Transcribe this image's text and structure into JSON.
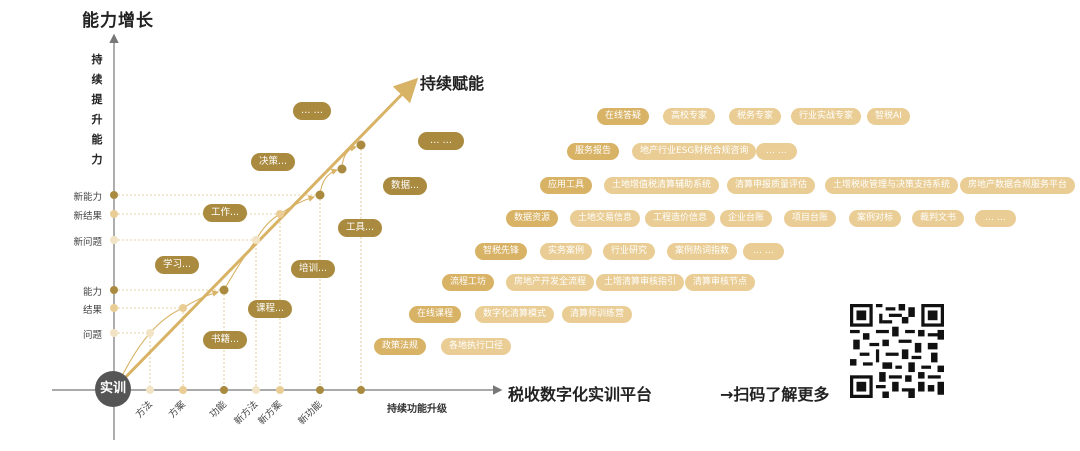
{
  "chart_data": {
    "type": "diagram",
    "title_y": "能力增长",
    "y_axis_label": "持续提升能力",
    "x_axis_label": "持续功能升级",
    "origin_label": "实训",
    "y_ticks": [
      "新能力",
      "新结果",
      "新问题",
      "能力",
      "结果",
      "问题"
    ],
    "x_ticks": [
      "方法",
      "方案",
      "功能",
      "新方法",
      "新方案",
      "新功能"
    ],
    "arrow_label": "持续赋能",
    "platform": "税收数字化实训平台",
    "stage_pills": [
      "……",
      "决策...",
      "工作...",
      "学习...",
      "书籍...",
      "课程...",
      "培训...",
      "工具...",
      "数据...",
      "……"
    ]
  },
  "header": {
    "title": "能力增长",
    "vertical_label": [
      "持",
      "续",
      "提",
      "升",
      "能",
      "力"
    ]
  },
  "axis": {
    "origin": "实训",
    "x_title": "持续功能升级",
    "y_ticks": [
      {
        "label": "新能力"
      },
      {
        "label": "新结果"
      },
      {
        "label": "新问题"
      },
      {
        "label": "能力"
      },
      {
        "label": "结果"
      },
      {
        "label": "问题"
      }
    ],
    "x_ticks": [
      {
        "label": "方法"
      },
      {
        "label": "方案"
      },
      {
        "label": "功能"
      },
      {
        "label": "新方法"
      },
      {
        "label": "新方案"
      },
      {
        "label": "新功能"
      }
    ]
  },
  "stages": {
    "more_top": "… …",
    "decision": "决策...",
    "work": "工作...",
    "study": "学习...",
    "books": "书籍...",
    "courses": "课程...",
    "training": "培训...",
    "tools": "工具...",
    "data": "数据...",
    "more_right": "… …"
  },
  "arrow_label": "持续赋能",
  "platform_title": "税收数字化实训平台",
  "scan_label": "→扫码了解更多",
  "rows": [
    {
      "head": "在线答疑",
      "items": [
        "高校专家",
        "税务专家",
        "行业实战专家",
        "智税AI"
      ]
    },
    {
      "head": "服务报告",
      "items": [
        "地产行业ESG财税合规咨询",
        "… …"
      ]
    },
    {
      "head": "应用工具",
      "items": [
        "土地增值税清算辅助系统",
        "清算申报质量评估",
        "土增税收管理与决策支持系统",
        "房地产数据合规服务平台"
      ]
    },
    {
      "head": "数据资源",
      "items": [
        "土地交易信息",
        "工程造价信息",
        "企业台账",
        "项目台账",
        "案例对标",
        "裁判文书",
        "… …"
      ]
    },
    {
      "head": "智税先锋",
      "items": [
        "实务案例",
        "行业研究",
        "案例热词指数",
        "… …"
      ]
    },
    {
      "head": "流程工坊",
      "items": [
        "房地产开发全流程",
        "土增清算审核指引",
        "清算审核节点"
      ]
    },
    {
      "head": "在线课程",
      "items": [
        "数字化清算模式",
        "清算师训练营"
      ]
    },
    {
      "head": "政策法规",
      "items": [
        "各地执行口径"
      ]
    }
  ],
  "colors": {
    "dark_gold": "#a98a3f",
    "gold": "#d8b265",
    "light_gold": "#e9cd94",
    "axis_gray": "#777777",
    "origin_circle": "#555555"
  }
}
